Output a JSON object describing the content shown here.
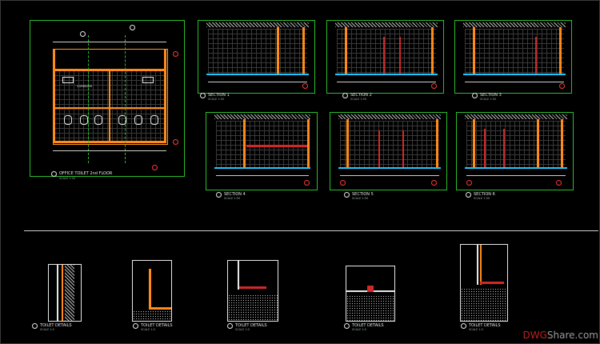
{
  "plan": {
    "title": "OFFICE TOILET 2nd FLOOR",
    "scale": "SCALE 1:50",
    "room_label": "CORRIDOR"
  },
  "sections": [
    {
      "id": "section-1",
      "title": "SECTION 1",
      "scale": "SCALE 1:50"
    },
    {
      "id": "section-2",
      "title": "SECTION 2",
      "scale": "SCALE 1:50"
    },
    {
      "id": "section-3",
      "title": "SECTION 3",
      "scale": "SCALE 1:50"
    },
    {
      "id": "section-4",
      "title": "SECTION 4",
      "scale": "SCALE 1:50"
    },
    {
      "id": "section-5",
      "title": "SECTION 5",
      "scale": "SCALE 1:50"
    },
    {
      "id": "section-6",
      "title": "SECTION 6",
      "scale": "SCALE 1:50"
    }
  ],
  "details": [
    {
      "id": "detail-1",
      "title": "TOILET DETAILS",
      "scale": "SCALE 1:5"
    },
    {
      "id": "detail-2",
      "title": "TOILET DETAILS",
      "scale": "SCALE 1:5"
    },
    {
      "id": "detail-3",
      "title": "TOILET DETAILS",
      "scale": "SCALE 1:5"
    },
    {
      "id": "detail-4",
      "title": "TOILET DETAILS",
      "scale": "SCALE 1:5"
    },
    {
      "id": "detail-5",
      "title": "TOILET DETAILS",
      "scale": "SCALE 1:5"
    }
  ],
  "watermark": {
    "brand": "DWG",
    "suffix": "Share.com"
  },
  "colors": {
    "background": "#000000",
    "frame": "#2bc02b",
    "wall": "#ff8c1a",
    "marker": "#ff3a3a"
  }
}
